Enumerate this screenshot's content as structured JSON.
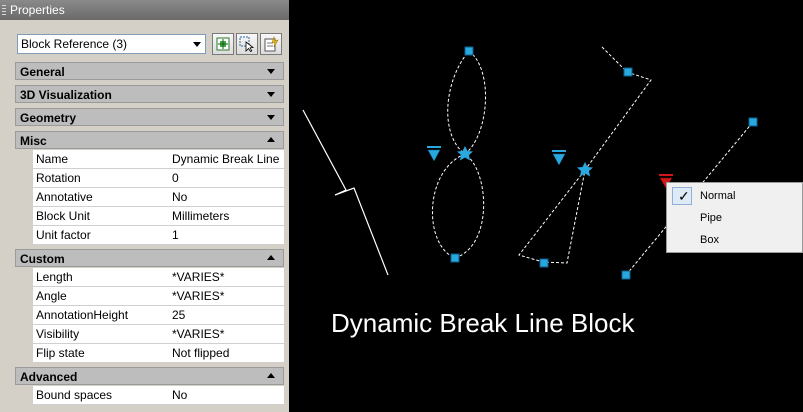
{
  "palette": {
    "title": "Properties",
    "selector": {
      "value": "Block Reference (3)"
    },
    "toolbar": {
      "icons": [
        "toggle-pickadd-icon",
        "select-objects-icon",
        "quick-select-icon"
      ]
    },
    "categories": [
      {
        "id": "general",
        "label": "General",
        "expanded": false,
        "rows": []
      },
      {
        "id": "3d-visualization",
        "label": "3D Visualization",
        "expanded": false,
        "rows": []
      },
      {
        "id": "geometry",
        "label": "Geometry",
        "expanded": false,
        "rows": []
      },
      {
        "id": "misc",
        "label": "Misc",
        "expanded": true,
        "rows": [
          {
            "name": "Name",
            "value": "Dynamic Break Line"
          },
          {
            "name": "Rotation",
            "value": "0"
          },
          {
            "name": "Annotative",
            "value": "No"
          },
          {
            "name": "Block Unit",
            "value": "Millimeters"
          },
          {
            "name": "Unit factor",
            "value": "1"
          }
        ]
      },
      {
        "id": "custom",
        "label": "Custom",
        "expanded": true,
        "rows": [
          {
            "name": "Length",
            "value": "*VARIES*"
          },
          {
            "name": "Angle",
            "value": "*VARIES*"
          },
          {
            "name": "AnnotationHeight",
            "value": "25"
          },
          {
            "name": "Visibility",
            "value": "*VARIES*"
          },
          {
            "name": "Flip state",
            "value": "Not flipped"
          }
        ]
      },
      {
        "id": "advanced",
        "label": "Advanced",
        "expanded": true,
        "rows": [
          {
            "name": "Bound spaces",
            "value": "No"
          }
        ]
      }
    ]
  },
  "canvas": {
    "caption": "Dynamic Break Line Block",
    "colors": {
      "background": "#000000",
      "linework": "#ffffff",
      "grip": "#29a8e0",
      "hot_grip": "#d01818"
    },
    "context_menu": {
      "items": [
        {
          "label": "Normal",
          "checked": true
        },
        {
          "label": "Pipe",
          "checked": false
        },
        {
          "label": "Box",
          "checked": false
        }
      ]
    }
  }
}
